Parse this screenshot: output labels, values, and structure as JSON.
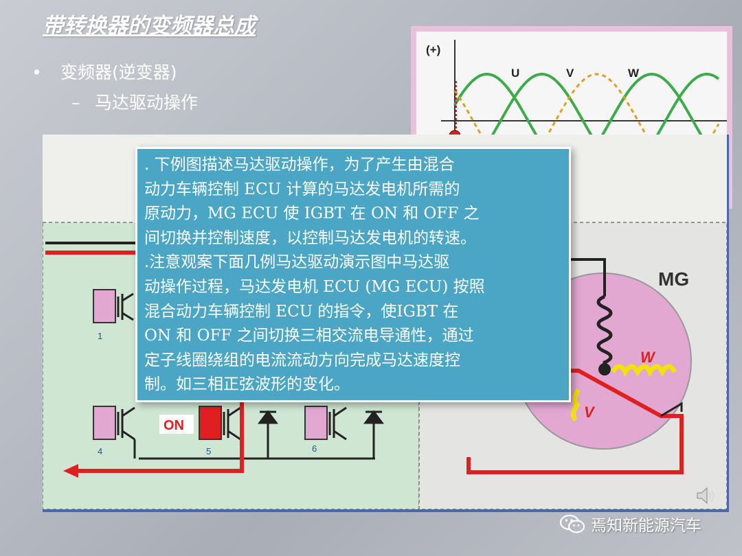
{
  "slide": {
    "title": "带转换器的变频器总成",
    "bullet_1": "变频器(逆变器)",
    "bullet_2": "马达驱动操作",
    "bullet_mark_1": "•",
    "bullet_mark_2": "–"
  },
  "waveform": {
    "axis_label": "(+)",
    "phase_u": "U",
    "phase_v": "V",
    "phase_w": "W"
  },
  "circuit": {
    "motor_label": "MG",
    "coil_w_label": "W",
    "coil_v_label": "V",
    "on_label": "ON",
    "igbt_numbers": [
      "1",
      "4",
      "5",
      "6"
    ]
  },
  "description": {
    "lines": [
      ". 下例图描述马达驱动操作，为了产生由混合",
      "动力车辆控制 ECU 计算的马达发电机所需的",
      "原动力，MG ECU 使 IGBT 在 ON 和 OFF 之",
      "间切换并控制速度，以控制马达发电机的转速。",
      ".注意观案下面几例马达驱动演示图中马达驱",
      "动操作过程，马达发电机 ECU (MG ECU) 按照",
      "混合动力车辆控制 ECU 的指令，使IGBT 在",
      "ON 和 OFF 之间切换三相交流电导通性，通过",
      "定子线圈绕组的电流流动方向完成马达速度控",
      "制。如三相正弦波形的变化。"
    ]
  },
  "watermark": {
    "text": "焉知新能源汽车"
  },
  "colors": {
    "wave_green": "#3cab4a",
    "wave_orange": "#e0a020",
    "motor_pink": "#e2a8d2",
    "current_red": "#e02020",
    "coil_yellow": "#f3e10a",
    "textbox_blue": "#4aa6c4",
    "circuit_green": "#cfe6d3"
  }
}
